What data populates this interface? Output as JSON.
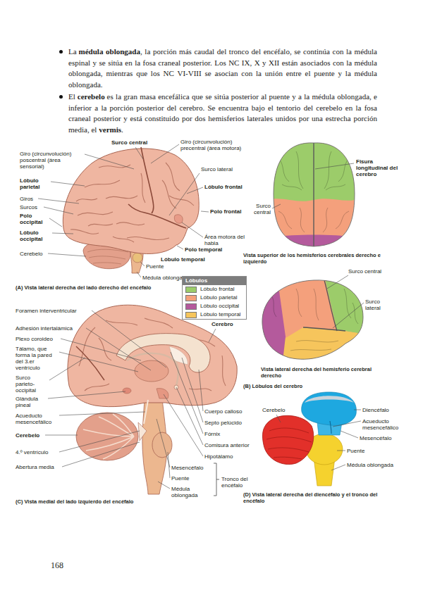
{
  "diagram": {
    "labels": [
      "La",
      "médula oblongada",
      ", la porción más caudal del tronco del encéfalo, se continúa con la médula espinal y se sitúa en la fosa craneal posterior. Los NC IX, X y XII están asociados con la médula oblongada, mientras que los NC VI-VIII se asocian con la unión entre el puente y la médula oblongada.",
      "El",
      "cerebelo",
      "es la gran masa encefálica que se sitúa posterior al puente y a la médula oblongada, e inferior a la porción posterior del cerebro. Se encuentra bajo el tentorio del cerebelo en la fosa craneal posterior y está constituido por dos hemisferios laterales unidos por una estrecha porción media, el",
      "vermis",
      ".",
      "Surco central",
      "Giro (circunvolución) poscentral (área sensorial)",
      "Giro (circunvolución) precentral (área motora)",
      "Surco lateral",
      "Lóbulo parietal",
      "Lóbulo frontal",
      "Giros",
      "Surcos",
      "Polo frontal",
      "Polo occipital",
      "Lóbulo occipital",
      "Área motora del habla",
      "Polo temporal",
      "Lóbulo temporal",
      "Cerebelo",
      "Puente",
      "Médula oblongada",
      "(A) Vista lateral derecha del lado derecho del encéfalo",
      "Fisura longitudinal del cerebro",
      "Surco central",
      "Vista superior de los hemisferios cerebrales derecho e izquierdo",
      "Lóbulos",
      "Surco central",
      "Surco lateral",
      "Vista lateral derecha del hemisferio cerebral derecho",
      "(B) Lóbulos del cerebro",
      "Foramen interventricular",
      "Adhesión intertalámica",
      "Plexo coroideo",
      "Tálamo, que forma la pared del 3.er ventrículo",
      "Surco parieto-occipital",
      "Glándula pineal",
      "Acueducto mesencefálico",
      "Cerebelo",
      "4.º ventrículo",
      "Abertura media",
      "Cerebro",
      "Cuerpo calloso",
      "Septo pelúcido",
      "Fórnix",
      "Comisura anterior",
      "Hipotálamo",
      "Mesencéfalo",
      "Puente",
      "Médula oblongada",
      "Tronco del encéfalo",
      "(C) Vista medial del lado izquierdo del encéfalo",
      "Cerebelo",
      "Diencéfalo",
      "Acueducto mesencefálico",
      "Mesencéfalo",
      "Puente",
      "Médula oblongada",
      "(D) Vista lateral derecha del diencéfalo y el tronco del encéfalo",
      "168"
    ],
    "legend": [
      {
        "text": "Lóbulo frontal",
        "color": "#9ccc6a"
      },
      {
        "text": "Lóbulo parietal",
        "color": "#f4a07c"
      },
      {
        "text": "Lóbulo occipital",
        "color": "#b45a9c"
      },
      {
        "text": "Lóbulo temporal",
        "color": "#f6c55c"
      }
    ]
  }
}
